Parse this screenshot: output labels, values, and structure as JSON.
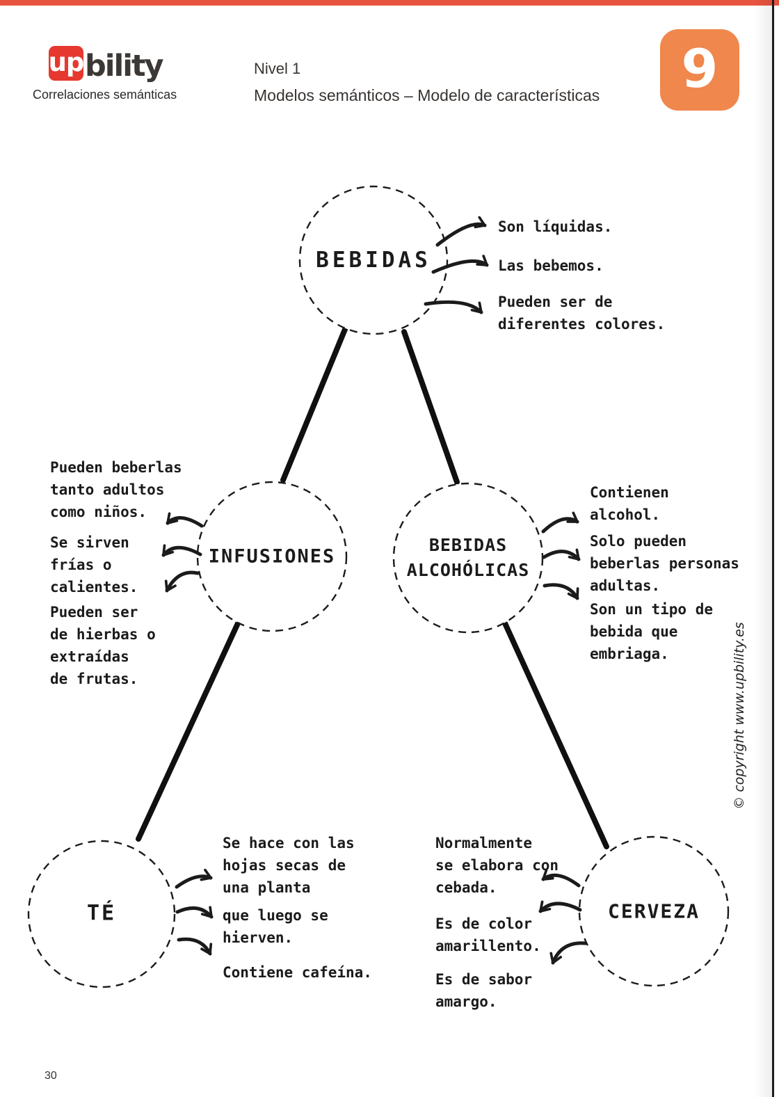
{
  "page": {
    "number": "30",
    "badge": "9",
    "copyright": "© copyright www.upbility.es",
    "colors": {
      "top_bar": "#e8533f",
      "badge_orange": "#f0874d",
      "logo_red": "#e6382e",
      "ink": "#1b1b1b"
    }
  },
  "header": {
    "logo_up": "up",
    "logo_rest": "bility",
    "logo_subtitle": "Correlaciones semánticas",
    "level": "Nivel 1",
    "title": "Modelos semánticos – Modelo de características"
  },
  "diagram": {
    "bebidas": {
      "label": "BEBIDAS",
      "features": [
        "Son líquidas.",
        "Las bebemos.",
        "Pueden ser de\ndiferentes colores."
      ]
    },
    "infusiones": {
      "label": "INFUSIONES",
      "features": [
        "Pueden beberlas\ntanto adultos\ncomo niños.",
        "Se sirven\nfrías o\ncalientes.",
        "Pueden ser\nde hierbas o\nextraídas\nde frutas."
      ]
    },
    "alcoholicas": {
      "label": "BEBIDAS\nALCOHÓLICAS",
      "features": [
        "Contienen\nalcohol.",
        "Solo pueden\nbeberlas personas\nadultas.",
        "Son un tipo de\nbebida que\nembriaga."
      ]
    },
    "te": {
      "label": "TÉ",
      "features": [
        "Se hace con las\nhojas secas de\nuna planta",
        "que luego se\nhierven.",
        "Contiene cafeína."
      ]
    },
    "cerveza": {
      "label": "CERVEZA",
      "features": [
        "Normalmente\nse elabora con\ncebada.",
        "Es de color\namarillento.",
        "Es de sabor\namargo."
      ]
    }
  }
}
